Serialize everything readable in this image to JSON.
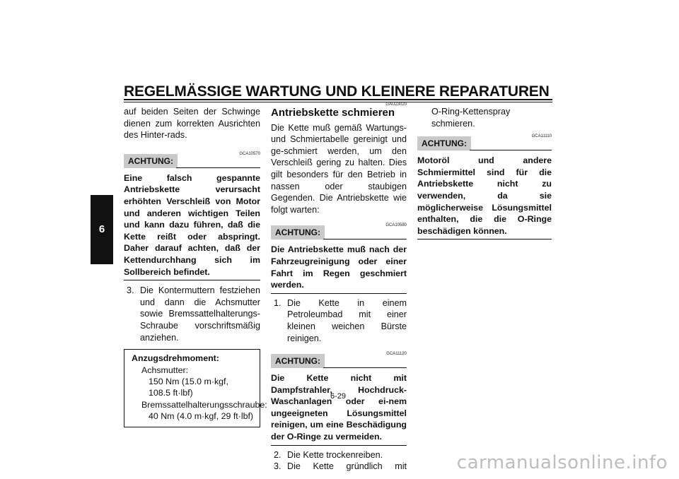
{
  "header": {
    "title": "REGELMÄSSIGE WARTUNG UND KLEINERE REPARATUREN"
  },
  "chapter_tab": "6",
  "col1": {
    "intro": "auf beiden Seiten der Schwinge dienen zum korrekten Ausrichten des Hinter-rads.",
    "warning": {
      "badge": "ACHTUNG:",
      "code": "GCA10570",
      "text": "Eine falsch gespannte Antriebskette verursacht erhöhten Verschleiß von Motor und anderen wichtigen Teilen und kann dazu führen, daß die Kette reißt oder abspringt. Daher darauf achten, daß der Kettendurchhang sich im Sollbereich befindet."
    },
    "step3": {
      "num": "3.",
      "text": "Die Kontermuttern festziehen und dann die Achsmutter sowie Bremssattelhalterungs-Schraube vorschriftsmäßig anziehen."
    },
    "torque": {
      "title": "Anzugsdrehmoment:",
      "label1": "Achsmutter:",
      "value1a": "150 Nm (15.0 m·kgf,",
      "value1b": "108.5 ft·lbf)",
      "label2": "Bremssattelhalterungsschraube:",
      "value2": "40 Nm (4.0 m·kgf, 29 ft·lbf)"
    }
  },
  "col2": {
    "section_code": "GAU23020",
    "section_title": "Antriebskette schmieren",
    "intro": "Die Kette muß gemäß Wartungs- und Schmiertabelle gereinigt und ge-schmiert werden, um den Verschleiß gering zu halten. Dies gilt besonders für den Betrieb in nassen oder staubigen Gegenden. Die Antriebskette wie folgt warten:",
    "warning1": {
      "badge": "ACHTUNG:",
      "code": "GCA10580",
      "text": "Die Antriebskette muß nach der Fahrzeugreinigung oder einer Fahrt im Regen geschmiert werden."
    },
    "step1": {
      "num": "1.",
      "text": "Die Kette in einem Petroleumbad mit einer kleinen weichen Bürste reinigen."
    },
    "warning2": {
      "badge": "ACHTUNG:",
      "code": "GCA11120",
      "text": "Die Kette nicht mit Dampfstrahler, Hochdruck-Waschanlagen oder ei-nem ungeeigneten Lösungsmittel reinigen, um eine Beschädigung der O-Ringe zu vermeiden."
    },
    "step2": {
      "num": "2.",
      "text": "Die Kette trockenreiben."
    },
    "step3": {
      "num": "3.",
      "text": "Die Kette gründlich mit"
    }
  },
  "col3": {
    "continuation": "O-Ring-Kettenspray schmieren.",
    "warning": {
      "badge": "ACHTUNG:",
      "code": "GCA11110",
      "text": "Motoröl und andere Schmiermittel sind für die Antriebskette nicht zu verwenden, da sie möglicherweise Lösungsmittel enthalten, die die O-Ringe beschädigen können."
    }
  },
  "page_number": "6-29",
  "watermark": "carmanualsonline.info"
}
